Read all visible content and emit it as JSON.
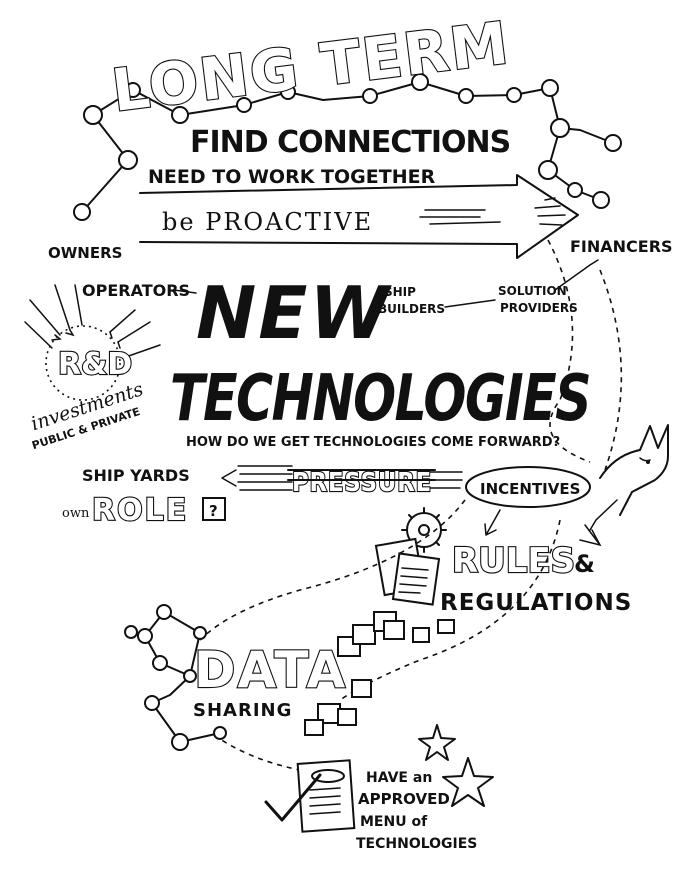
{
  "title": "LONG TERM",
  "find_connections": "FIND CONNECTIONS",
  "need_work_together": "NEED TO WORK TOGETHER",
  "be_proactive": "be PROACTIVE",
  "owners": "OWNERS",
  "operators": "OPERATORS",
  "financers": "FINANCERS",
  "ship_builders": [
    "SHIP",
    "BUILDERS"
  ],
  "solution_providers": [
    "SOLUTION",
    "PROVIDERS"
  ],
  "new": "NEW",
  "technologies": "TECHNOLOGIES",
  "question": "HOW DO WE GET TECHNOLOGIES COME FORWARD?",
  "rd": "R&D",
  "investments": [
    "investments",
    "PUBLIC & PRIVATE"
  ],
  "ship_yards": "SHIP YARDS",
  "own_role": [
    "own",
    "ROLE",
    "?"
  ],
  "pressure": "PRESSURE",
  "incentives": "INCENTIVES",
  "rules": "RULES",
  "ampersand": "&",
  "regulations": "REGULATIONS",
  "data": "DATA",
  "sharing": "SHARING",
  "approved": [
    "HAVE an",
    "APPROVED",
    "MENU of",
    "TECHNOLOGIES"
  ]
}
